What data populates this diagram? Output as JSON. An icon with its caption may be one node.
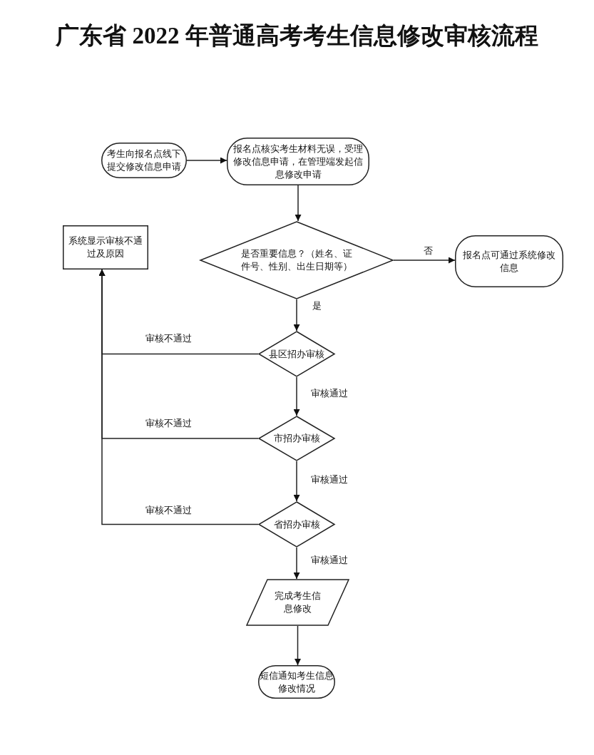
{
  "diagram": {
    "title": "广东省 2022 年普通高考考生信息修改审核流程",
    "nodes": [
      {
        "text": [
          "考生向报名点线下提交修改信息申请"
        ]
      },
      {
        "text": [
          "报名点核实考生材料无误，受理修改信息申请，在管理端发起信息修改申请"
        ]
      },
      {
        "text": [
          "是否重要信息？（姓名、证件号、性别、出生日期等）"
        ]
      },
      {
        "text": [
          "报名点可通过系统修改信息"
        ]
      },
      {
        "text": [
          "系统显示审核不通过及原因"
        ]
      },
      {
        "text": [
          "县区招办审核"
        ]
      },
      {
        "text": [
          "市招办审核"
        ]
      },
      {
        "text": [
          "省招办审核"
        ]
      },
      {
        "text": [
          "完成考生信息修改"
        ]
      },
      {
        "text": [
          "短信通知考生信息修改情况"
        ]
      }
    ],
    "edges": [
      {
        "from": 0,
        "to": 1,
        "arrow": "to"
      },
      {
        "from": 1,
        "to": 2,
        "arrow": "to"
      },
      {
        "from": 2,
        "to": 3,
        "arrow": "to",
        "label": "否"
      },
      {
        "from": 2,
        "to": 5,
        "arrow": "to",
        "label": "是"
      },
      {
        "from": 5,
        "to": 6,
        "arrow": "to",
        "label": "审核通过"
      },
      {
        "from": 6,
        "to": 7,
        "arrow": "to",
        "label": "审核通过"
      },
      {
        "from": 7,
        "to": 8,
        "arrow": "to",
        "label": "审核通过"
      },
      {
        "from": 8,
        "to": 9,
        "arrow": "to"
      },
      {
        "from": 5,
        "to": 4,
        "arrow": "to",
        "label": "审核不通过"
      },
      {
        "from": 6,
        "to": 4,
        "arrow": "to",
        "label": "审核不通过"
      },
      {
        "from": 7,
        "to": 4,
        "arrow": "to",
        "label": "审核不通过"
      }
    ]
  }
}
